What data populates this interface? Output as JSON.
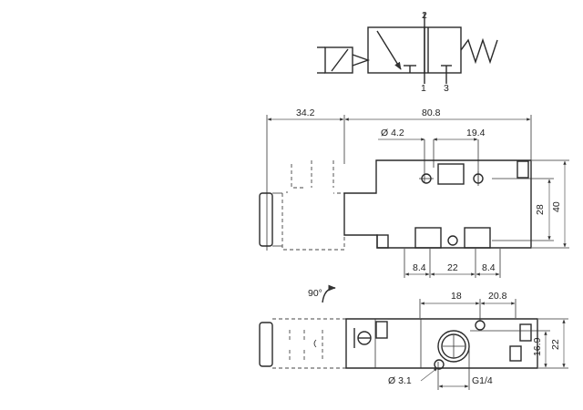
{
  "symbol": {
    "port_top": "2",
    "port_bottom_left": "1",
    "port_bottom_right": "3"
  },
  "top_view": {
    "overall_left": "34.2",
    "overall_right": "80.8",
    "hole_diameter": "Ø 4.2",
    "hole_pitch": "19.4",
    "height_inner": "28",
    "height_outer": "40",
    "spacing_left": "8.4",
    "spacing_center": "22",
    "spacing_right": "8.4"
  },
  "side_view": {
    "rotation": "90°",
    "dim_18": "18",
    "dim_20_8": "20.8",
    "dim_16_9": "16.9",
    "dim_22": "22",
    "mount_hole": "Ø 3.1",
    "port_thread": "G1/4"
  }
}
